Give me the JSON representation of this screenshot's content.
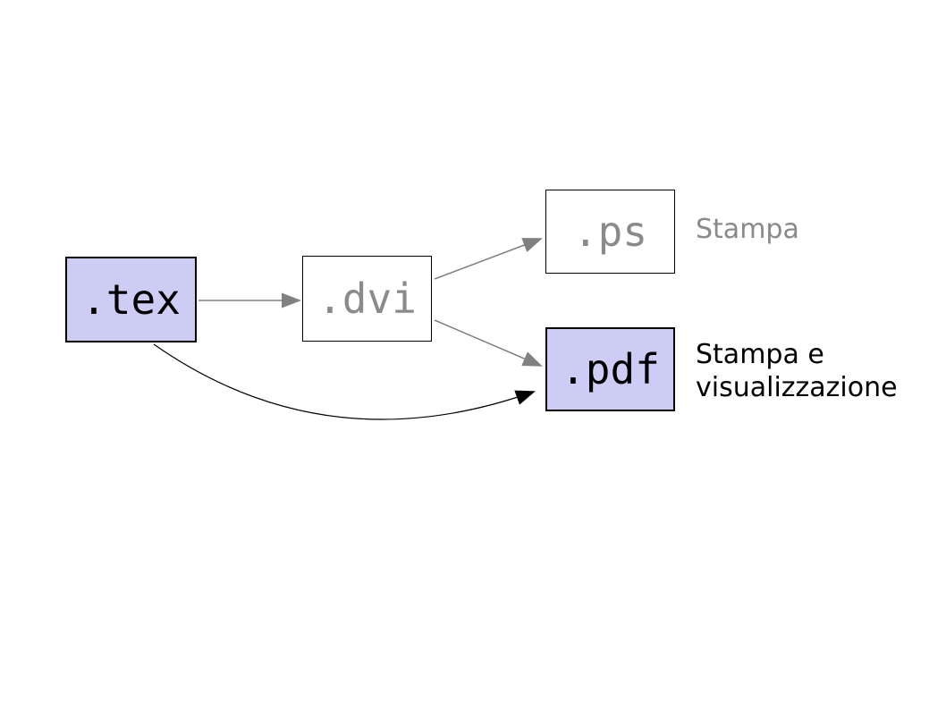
{
  "nodes": {
    "tex": {
      "label": ".tex",
      "style": "highlighted"
    },
    "dvi": {
      "label": ".dvi",
      "style": "plain"
    },
    "ps": {
      "label": ".ps",
      "style": "plain"
    },
    "pdf": {
      "label": ".pdf",
      "style": "highlighted"
    }
  },
  "annotations": {
    "ps": {
      "text": "Stampa"
    },
    "pdf": {
      "line1": "Stampa e",
      "line2": "visualizzazione"
    }
  },
  "edges": [
    {
      "from": "tex",
      "to": "dvi",
      "color": "gray",
      "shape": "straight"
    },
    {
      "from": "dvi",
      "to": "ps",
      "color": "gray",
      "shape": "straight"
    },
    {
      "from": "dvi",
      "to": "pdf",
      "color": "gray",
      "shape": "straight"
    },
    {
      "from": "tex",
      "to": "pdf",
      "color": "black",
      "shape": "curved"
    }
  ],
  "colors": {
    "node_fill_highlight": "#ccccf4",
    "node_fill_plain": "#ffffff",
    "node_border": "#000000",
    "muted_text": "#8a8a8a",
    "arrow_gray": "#808080",
    "arrow_black": "#000000"
  }
}
